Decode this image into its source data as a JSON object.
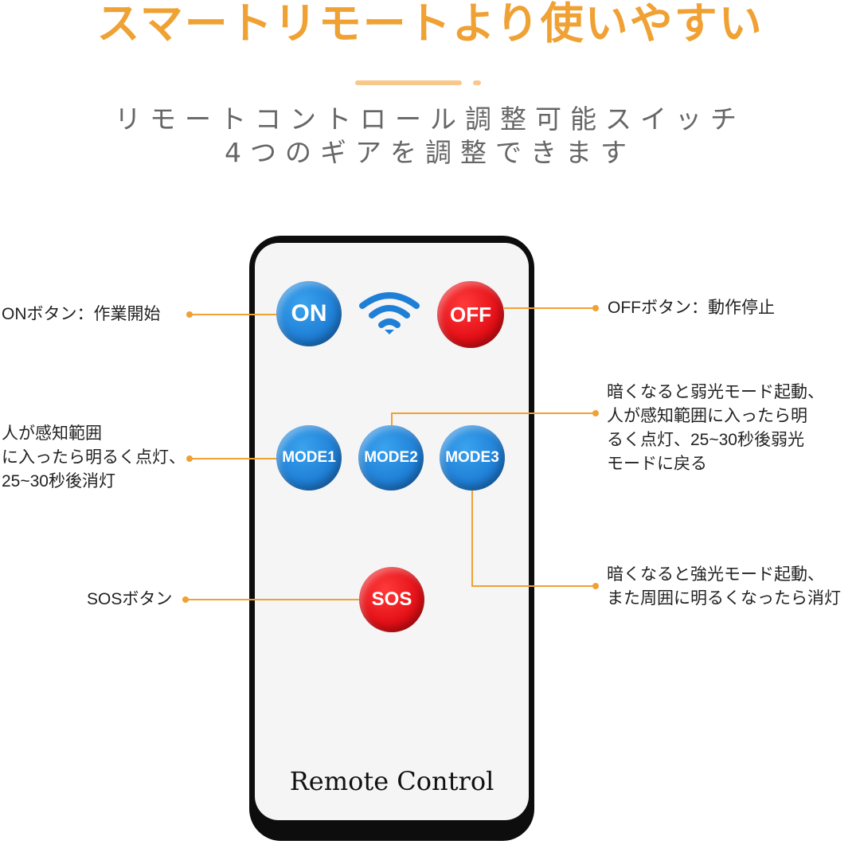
{
  "colors": {
    "accent": "#f0a133",
    "underline": "#f7c88a",
    "button_blue": "#1f7fd6",
    "button_red": "#e30f16",
    "leader_line": "#f0a133"
  },
  "header": {
    "title": "スマートリモートより使いやすい",
    "subtitle_line1": "リモートコントロール調整可能スイッチ",
    "subtitle_line2": "4つのギアを調整できます"
  },
  "remote": {
    "brand_text": "Remote Control",
    "buttons": {
      "on": "ON",
      "off": "OFF",
      "mode1": "MODE1",
      "mode2": "MODE2",
      "mode3": "MODE3",
      "sos": "SOS"
    },
    "signal_icon": "wifi-signal-icon"
  },
  "annotations": {
    "on": "ONボタン：作業開始",
    "off": "OFFボタン：動作停止",
    "mode1": [
      "人が感知範囲",
      "に入ったら明るく点灯、",
      "25~30秒後消灯"
    ],
    "mode2": [
      "暗くなると弱光モード起動、",
      "人が感知範囲に入ったら明",
      "るく点灯、25~30秒後弱光",
      "モードに戻る"
    ],
    "mode3": [
      "暗くなると強光モード起動、",
      "また周囲に明るくなったら消灯"
    ],
    "sos": "SOSボタン"
  }
}
